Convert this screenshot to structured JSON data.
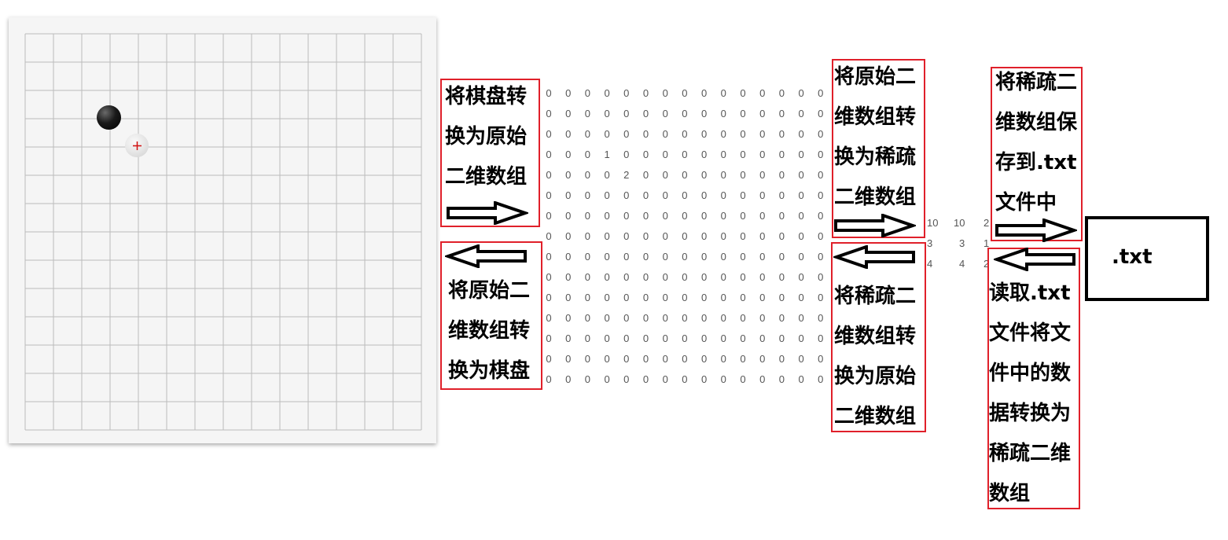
{
  "board": {
    "rows": 14,
    "cols": 14,
    "black_stone": {
      "row": 3,
      "col": 3
    },
    "white_stone": {
      "row": 4,
      "col": 4
    }
  },
  "labels": {
    "board_to_array": [
      "将棋盘转",
      "换为原始",
      "二维数组"
    ],
    "array_to_board": [
      "将原始二",
      "维数组转",
      "换为棋盘"
    ],
    "array_to_sparse": [
      "将原始二",
      "维数组转",
      "换为稀疏",
      "二维数组"
    ],
    "sparse_to_array": [
      "将稀疏二",
      "维数组转",
      "换为原始",
      "二维数组"
    ],
    "save_sparse": [
      "将稀疏二",
      "维数组保",
      "存到.txt",
      "文件中"
    ],
    "read_txt": [
      "读取.txt",
      "文件将文",
      "件中的数",
      "据转换为",
      "稀疏二维",
      "数组"
    ]
  },
  "original_array": {
    "rows": 15,
    "cols": 15,
    "values": [
      {
        "row": 3,
        "col": 3,
        "value": "1"
      },
      {
        "row": 4,
        "col": 4,
        "value": "2"
      }
    ],
    "default": "0"
  },
  "sparse_array": [
    [
      "10",
      "10",
      "2"
    ],
    [
      "3",
      "3",
      "1"
    ],
    [
      "4",
      "4",
      "2"
    ]
  ],
  "txt_file": ".txt",
  "colors": {
    "box_border": "#e0202a",
    "board_bg": "#f5f5f5",
    "grid": "#bbbbbb"
  }
}
